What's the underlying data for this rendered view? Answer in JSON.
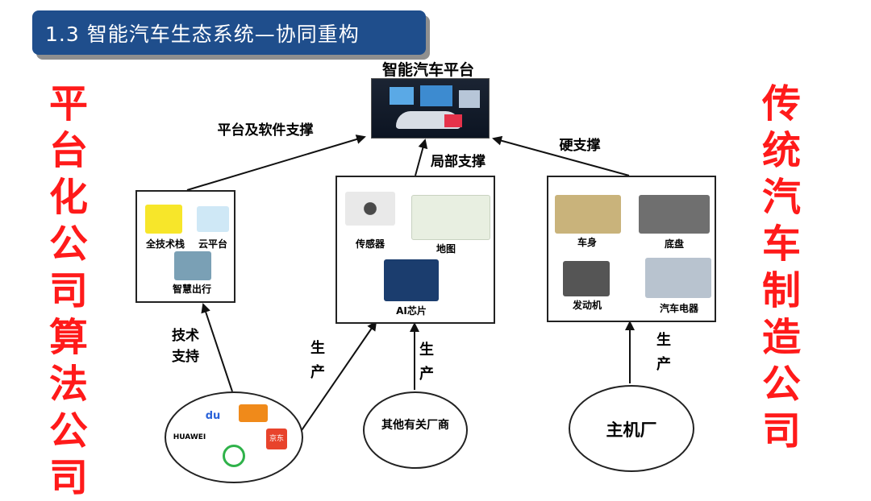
{
  "header": {
    "title": "1.3 智能汽车生态系统—协同重构"
  },
  "left_side_text": "平台化公司 算法公司",
  "right_side_text": "传统汽车制造公司",
  "top_platform": {
    "title": "智能汽车平台"
  },
  "arrows": {
    "platform_software": "平台及软件支撑",
    "partial_support": "局部支撑",
    "hardware_support": "硬支撑",
    "tech_support": "技术支持",
    "produce": "生产"
  },
  "boxes": {
    "platform": {
      "items": [
        "全技术栈",
        "云平台",
        "智慧出行"
      ]
    },
    "sensors": {
      "items": [
        "传感器",
        "地图",
        "AI芯片"
      ]
    },
    "car": {
      "items": [
        "车身",
        "底盘",
        "发动机",
        "汽车电器"
      ]
    }
  },
  "ellipses": {
    "companies": {
      "logos": [
        "du",
        "HUAWEI",
        "京东"
      ]
    },
    "others": "其他有关厂商",
    "oem": "主机厂"
  },
  "colors": {
    "title_bg": "#1f4e8c",
    "side_text": "#ff1a1a"
  }
}
